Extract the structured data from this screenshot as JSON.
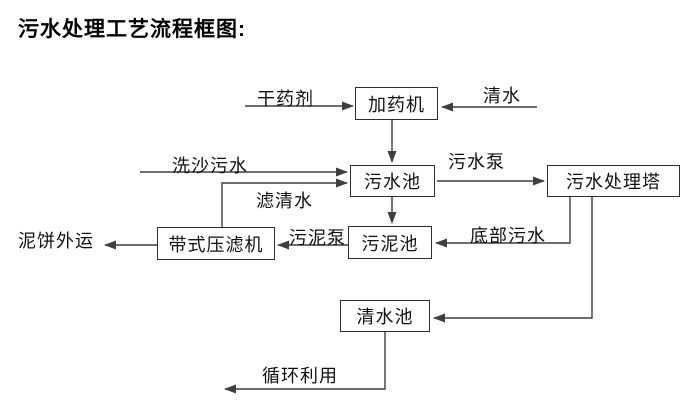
{
  "page": {
    "title": "污水处理工艺流程框图:"
  },
  "diagram": {
    "type": "flowchart",
    "nodes": {
      "dosing_machine": "加药机",
      "sewage_pool": "污水池",
      "treatment_tower": "污水处理塔",
      "sludge_pool": "污泥池",
      "belt_filter_press": "带式压滤机",
      "clear_water_pool": "清水池"
    },
    "flow_labels": {
      "dry_chemical": "干药剂",
      "clear_water": "清水",
      "sand_washing_sewage": "洗沙污水",
      "sewage_pump": "污水泵",
      "filtered_water": "滤清水",
      "sludge_pump": "污泥泵",
      "bottom_sewage": "底部污水",
      "mud_cake_transport": "泥饼外运",
      "recycling_use": "循环利用"
    },
    "edges": [
      {
        "from": "干药剂",
        "to": "加药机"
      },
      {
        "from": "清水",
        "to": "加药机"
      },
      {
        "from": "加药机",
        "to": "污水池"
      },
      {
        "from": "洗沙污水",
        "to": "污水池"
      },
      {
        "from": "带式压滤机",
        "to": "污水池",
        "label": "滤清水"
      },
      {
        "from": "污水池",
        "to": "污水处理塔",
        "label": "污水泵"
      },
      {
        "from": "污水池",
        "to": "污泥池"
      },
      {
        "from": "污水处理塔",
        "to": "污泥池",
        "label": "底部污水"
      },
      {
        "from": "污泥池",
        "to": "带式压滤机",
        "label": "污泥泵"
      },
      {
        "from": "带式压滤机",
        "to": "泥饼外运"
      },
      {
        "from": "污水处理塔",
        "to": "清水池"
      },
      {
        "from": "清水池",
        "to": "循环利用"
      }
    ],
    "colors": {
      "background": "#ffffff",
      "line": "#3f3f3f",
      "box_border": "#2e2e2e",
      "text": "#111111"
    }
  }
}
